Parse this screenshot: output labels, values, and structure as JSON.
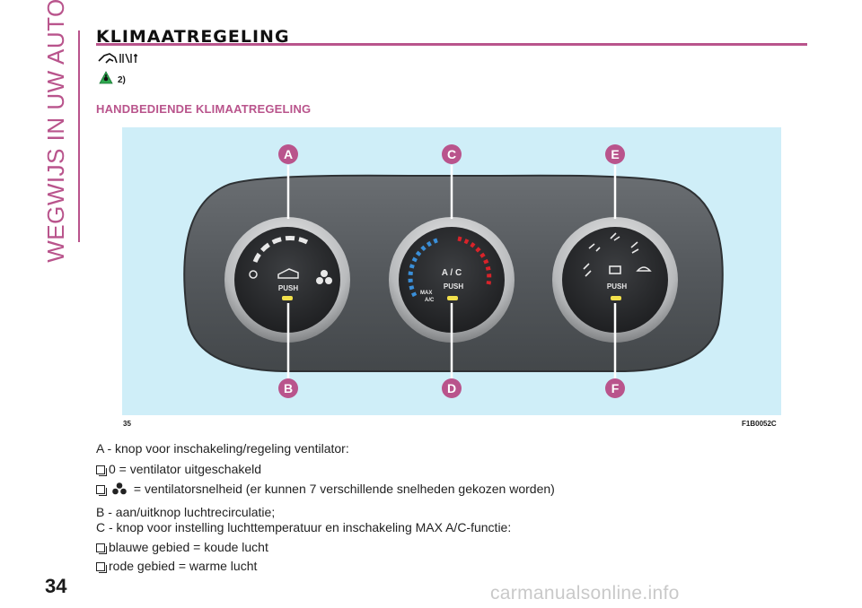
{
  "side_title": "WEGWIJS IN UW AUTO",
  "page_number": "34",
  "title": "KLIMAATREGELING",
  "warning_ref": "2)",
  "subheading": "HANDBEDIENDE KLIMAATREGELING",
  "figure": {
    "number": "35",
    "code": "F1B0052C",
    "callouts": [
      "A",
      "C",
      "E",
      "B",
      "D",
      "F"
    ],
    "knob_center_label": "A / C",
    "knob_left_push": "PUSH",
    "knob_center_push": "PUSH",
    "knob_right_push": "PUSH",
    "max_ac_label_1": "MAX",
    "max_ac_label_2": "A/C",
    "colors": {
      "callout": "#b9548c",
      "cold": "#3a8fd9",
      "hot": "#d8232a",
      "background": "#cfeef8"
    }
  },
  "text": {
    "line_a": "A - knop voor inschakeling/regeling ventilator:",
    "bullet_1": "0 = ventilator uitgeschakeld",
    "bullet_2": "= ventilatorsnelheid (er kunnen 7 verschillende snelheden gekozen worden)",
    "line_b": "B - aan/uitknop luchtrecirculatie;",
    "line_c": "C - knop voor instelling luchttemperatuur en inschakeling MAX A/C-functie:",
    "bullet_3": "blauwe gebied = koude lucht",
    "bullet_4": "rode gebied = warme lucht"
  },
  "watermark": "carmanualsonline.info"
}
